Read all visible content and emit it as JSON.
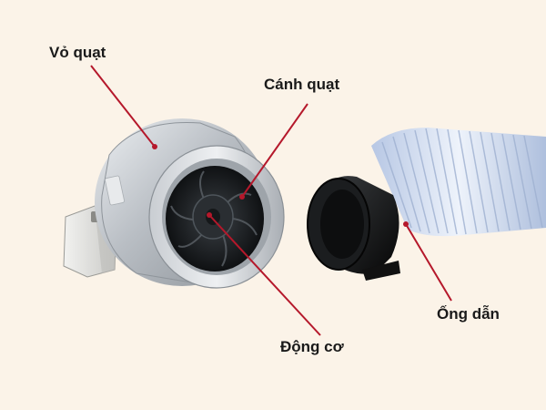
{
  "labels": {
    "housing": "Vỏ quạt",
    "blade": "Cánh quạt",
    "motor": "Động cơ",
    "duct": "Ống dẫn"
  },
  "colors": {
    "background": "#fbf3e8",
    "pointer": "#b5182b",
    "label_text": "#1a1a1a",
    "housing_metal": "#c3c7cc",
    "fan_dark": "#1e2124",
    "duct_hose": "#cfdcf0",
    "connector": "#141414"
  }
}
